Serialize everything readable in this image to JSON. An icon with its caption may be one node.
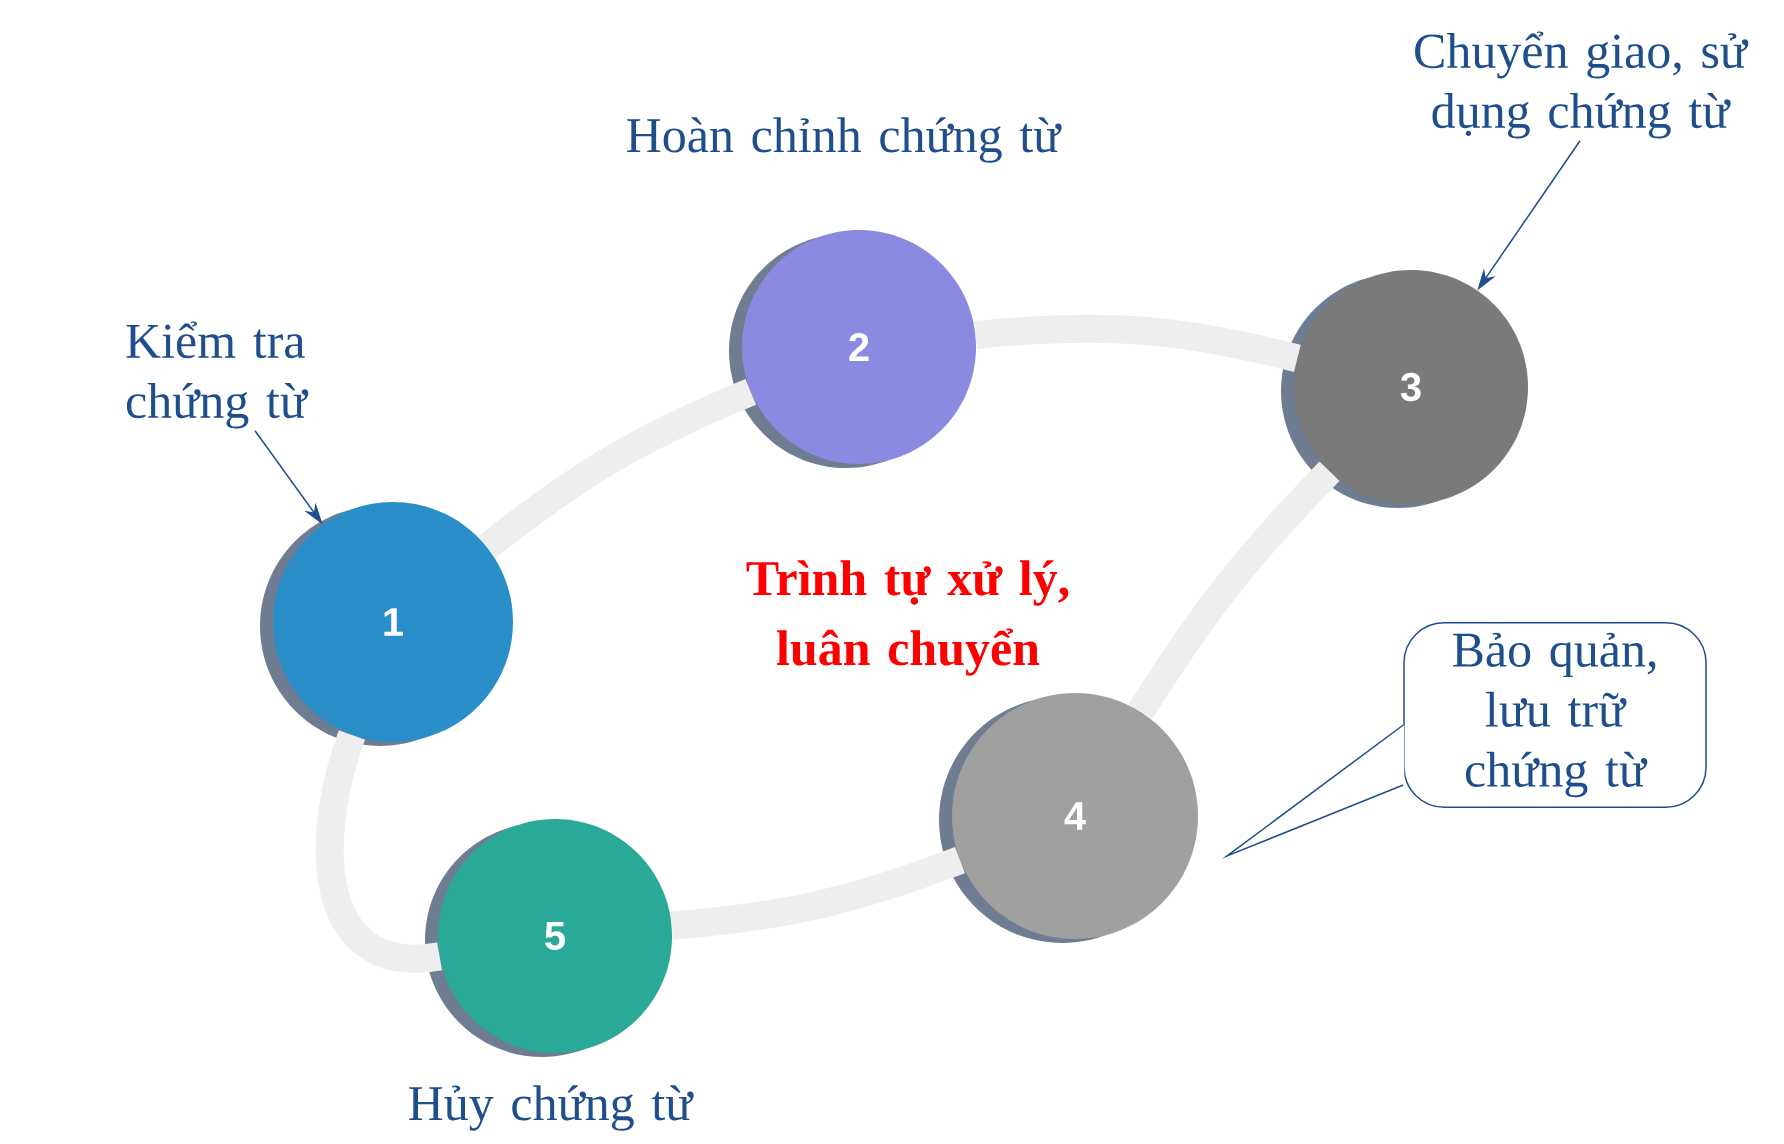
{
  "diagram": {
    "nodes": [
      {
        "text": [
          "1"
        ]
      },
      {
        "text": [
          "2"
        ],
        "beside": [
          "Hoàn chỉnh chứng từ"
        ]
      },
      {
        "text": [
          "3"
        ]
      },
      {
        "text": [
          "4"
        ]
      },
      {
        "text": [
          "5"
        ],
        "beside": [
          "Hủy chứng từ"
        ]
      },
      {
        "text": [
          "Kiểm tra chứng từ"
        ]
      },
      {
        "text": [
          "Chuyển giao, sử dụng chứng từ"
        ]
      },
      {
        "text": [
          "Bảo quản, lưu trữ chứng từ"
        ]
      }
    ],
    "edges": [
      {
        "from": 0,
        "to": 1,
        "arrow": "none"
      },
      {
        "from": 1,
        "to": 2,
        "arrow": "none"
      },
      {
        "from": 2,
        "to": 3,
        "arrow": "none"
      },
      {
        "from": 3,
        "to": 4,
        "arrow": "none"
      },
      {
        "from": 4,
        "to": 0,
        "arrow": "none"
      },
      {
        "from": 5,
        "to": 0,
        "arrow": "to",
        "color": "#1f4e8c"
      },
      {
        "from": 6,
        "to": 2,
        "arrow": "to",
        "color": "#1f4e8c"
      }
    ],
    "labels": [
      "Trình tự xử lý, luân chuyển"
    ]
  }
}
